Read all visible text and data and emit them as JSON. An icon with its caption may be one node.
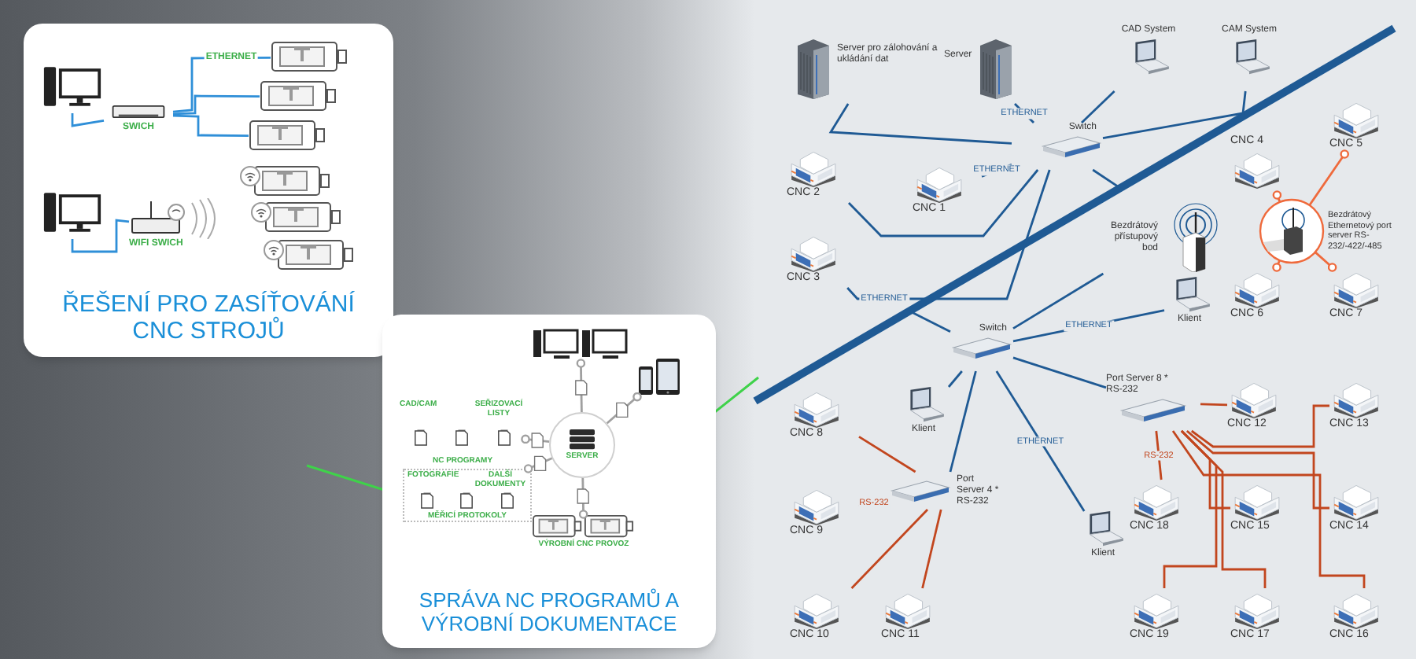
{
  "diagram": {
    "nodes": [
      {
        "text": [
          "ŘEŠENÍ PRO ZASÍŤOVÁNÍ CNC STROJŮ"
        ]
      },
      {
        "text": [],
        "shape": "picture",
        "in": 0
      },
      {
        "text": [
          "SWICH"
        ],
        "in": 0
      },
      {
        "text": [],
        "shape": "picture",
        "in": 0
      },
      {
        "text": [],
        "shape": "picture",
        "in": 0
      },
      {
        "text": [],
        "shape": "picture",
        "in": 0
      },
      {
        "text": [],
        "shape": "picture",
        "in": 0
      },
      {
        "text": [
          "WIFI SWICH"
        ],
        "in": 0
      },
      {
        "text": [],
        "shape": "picture",
        "in": 0
      },
      {
        "text": [],
        "shape": "picture",
        "in": 0
      },
      {
        "text": [],
        "shape": "picture",
        "in": 0
      },
      {
        "text": [
          "SPRÁVA NC PROGRAMŮ A VÝROBNÍ DOKUMENTACE"
        ]
      },
      {
        "text": [],
        "shape": "picture",
        "in": 11
      },
      {
        "text": [],
        "shape": "picture",
        "in": 11
      },
      {
        "text": [
          "SERVER"
        ],
        "in": 11
      },
      {
        "text": [
          "CAD/CAM",
          "SEŘIZOVACÍ LISTY",
          "NC PROGRAMY"
        ],
        "in": 11
      },
      {
        "text": [
          "FOTOGRAFIE",
          "DALŠÍ DOKUMENTY",
          "MĚŘICÍ PROTOKOLY"
        ],
        "in": 11
      },
      {
        "text": [
          "VÝROBNÍ CNC PROVOZ"
        ],
        "in": 11
      },
      {
        "text": [
          "Server pro zálohování a ukládání dat"
        ]
      },
      {
        "text": [
          "Server"
        ]
      },
      {
        "text": [
          "CAD System"
        ]
      },
      {
        "text": [
          "CAM System"
        ]
      },
      {
        "text": [
          "Switch"
        ]
      },
      {
        "text": [
          "CNC 2"
        ]
      },
      {
        "text": [
          "CNC 1"
        ]
      },
      {
        "text": [
          "CNC 3"
        ]
      },
      {
        "text": [
          "Bezdrátový přístupový bod"
        ]
      },
      {
        "text": [
          "Bezdrátový Ethernetový port server RS-232/-422/-485"
        ]
      },
      {
        "text": [
          "CNC 4"
        ]
      },
      {
        "text": [
          "CNC 5"
        ]
      },
      {
        "text": [
          "CNC 6"
        ]
      },
      {
        "text": [
          "CNC 7"
        ]
      },
      {
        "text": [
          "Switch"
        ]
      },
      {
        "text": [
          "Klient"
        ]
      },
      {
        "text": [
          "Klient"
        ]
      },
      {
        "text": [
          "Port Server 4 * RS-232"
        ]
      },
      {
        "text": [
          "Port Server 8 * RS-232"
        ]
      },
      {
        "text": [
          "Klient"
        ]
      },
      {
        "text": [
          "CNC 8"
        ]
      },
      {
        "text": [
          "CNC 9"
        ]
      },
      {
        "text": [
          "CNC 10"
        ]
      },
      {
        "text": [
          "CNC 11"
        ]
      },
      {
        "text": [
          "CNC 12"
        ]
      },
      {
        "text": [
          "CNC 13"
        ]
      },
      {
        "text": [
          "CNC 18"
        ]
      },
      {
        "text": [
          "CNC 15"
        ]
      },
      {
        "text": [
          "CNC 14"
        ]
      },
      {
        "text": [
          "CNC 19"
        ]
      },
      {
        "text": [
          "CNC 17"
        ]
      },
      {
        "text": [
          "CNC 16"
        ]
      }
    ],
    "edges": [
      {
        "from": 1,
        "to": 2,
        "arrow": "none",
        "color": "#2f8fd8"
      },
      {
        "from": 2,
        "to": 3,
        "arrow": "none",
        "label": "ETHERNET",
        "color": "#2f8fd8"
      },
      {
        "from": 2,
        "to": 4,
        "arrow": "none",
        "color": "#2f8fd8"
      },
      {
        "from": 2,
        "to": 5,
        "arrow": "none",
        "color": "#2f8fd8"
      },
      {
        "from": 6,
        "to": 7,
        "arrow": "none",
        "color": "#2f8fd8"
      },
      {
        "from": 12,
        "to": 14,
        "arrow": "other",
        "color": "#a0a0a0"
      },
      {
        "from": 13,
        "to": 14,
        "arrow": "other",
        "color": "#a0a0a0"
      },
      {
        "from": 15,
        "to": 14,
        "arrow": "other",
        "color": "#a0a0a0"
      },
      {
        "from": 16,
        "to": 14,
        "arrow": "other",
        "color": "#a0a0a0"
      },
      {
        "from": 17,
        "to": 14,
        "arrow": "other",
        "color": "#a0a0a0"
      },
      {
        "from": 18,
        "to": 22,
        "arrow": "none"
      },
      {
        "from": 19,
        "to": 22,
        "arrow": "none",
        "label": "ETHERNET"
      },
      {
        "from": 20,
        "to": 22,
        "arrow": "none"
      },
      {
        "from": 21,
        "to": 22,
        "arrow": "none"
      },
      {
        "from": 23,
        "to": 22,
        "arrow": "none"
      },
      {
        "from": 24,
        "to": 22,
        "arrow": "none",
        "label": "ETHERNET"
      },
      {
        "from": 25,
        "to": 22,
        "arrow": "none",
        "label": "ETHERNET"
      },
      {
        "from": 22,
        "to": null,
        "arrow": "none"
      },
      {
        "from": 32,
        "to": null,
        "arrow": "none"
      },
      {
        "from": 26,
        "to": 32,
        "arrow": "none"
      },
      {
        "from": 33,
        "to": 32,
        "arrow": "none",
        "label": "ETHERNET"
      },
      {
        "from": 34,
        "to": 32,
        "arrow": "none"
      },
      {
        "from": 32,
        "to": 36,
        "arrow": "none"
      },
      {
        "from": 35,
        "to": 32,
        "arrow": "none"
      },
      {
        "from": 37,
        "to": 32,
        "arrow": "none",
        "label": "ETHERNET"
      },
      {
        "from": 35,
        "to": 38,
        "arrow": "none",
        "color": "#c2461e"
      },
      {
        "from": 35,
        "to": 39,
        "arrow": "none",
        "label": "RS-232",
        "color": "#c2461e"
      },
      {
        "from": 35,
        "to": 40,
        "arrow": "none",
        "color": "#c2461e"
      },
      {
        "from": 35,
        "to": 41,
        "arrow": "none",
        "color": "#c2461e"
      },
      {
        "from": 36,
        "to": 42,
        "arrow": "none",
        "color": "#c2461e"
      },
      {
        "from": 36,
        "to": 43,
        "arrow": "none",
        "color": "#c2461e"
      },
      {
        "from": 36,
        "to": 44,
        "arrow": "none",
        "label": "RS-232",
        "color": "#c2461e"
      },
      {
        "from": 36,
        "to": 45,
        "arrow": "none",
        "color": "#c2461e"
      },
      {
        "from": 36,
        "to": 46,
        "arrow": "none",
        "color": "#c2461e"
      },
      {
        "from": 36,
        "to": 47,
        "arrow": "none",
        "color": "#c2461e"
      },
      {
        "from": 36,
        "to": 48,
        "arrow": "none",
        "color": "#c2461e"
      },
      {
        "from": 36,
        "to": 49,
        "arrow": "none",
        "color": "#c2461e"
      },
      {
        "from": 28,
        "to": 27,
        "arrow": "other",
        "color": "#ef6a3c"
      },
      {
        "from": 29,
        "to": 27,
        "arrow": "other",
        "color": "#ef6a3c"
      },
      {
        "from": 30,
        "to": 27,
        "arrow": "other",
        "color": "#ef6a3c"
      },
      {
        "from": 31,
        "to": 27,
        "arrow": "other",
        "color": "#ef6a3c"
      }
    ]
  }
}
